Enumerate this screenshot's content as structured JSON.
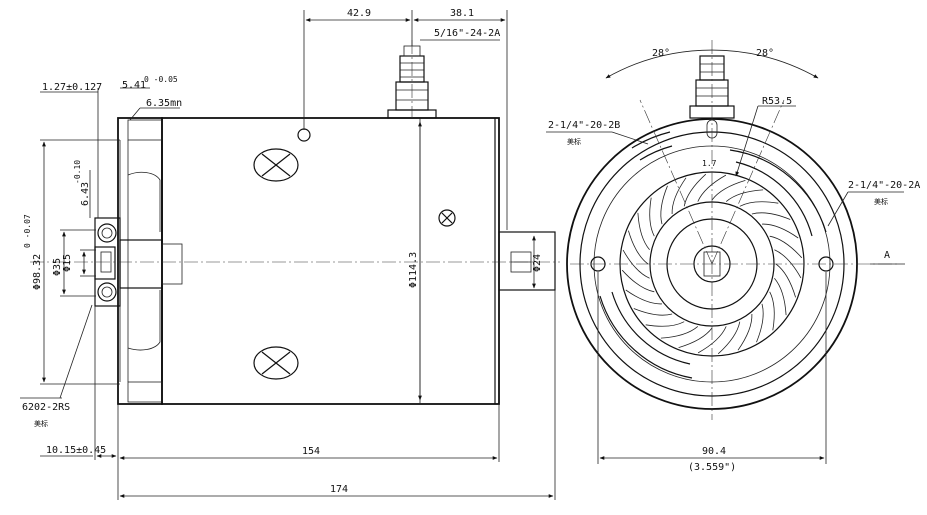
{
  "dimensions": {
    "top_left": "42.9",
    "top_right": "38.1",
    "terminal_thread": "5/16\"-24-2A",
    "shaft_offset": "1.27±0.127",
    "key_depth": "5.41",
    "key_depth_tol": "0\n-0.05",
    "key_width": "6.35mn",
    "shaft_dia": "6.43",
    "shaft_dia_tol": "-0.10",
    "flange_dia": "Φ98.32",
    "flange_dia_tol": "0\n-0.07",
    "pilot_dia": "Φ35",
    "shaft_end_dia": "Φ15",
    "body_dia": "Φ114.3",
    "rear_boss_dia": "Φ24",
    "bearing": "6202-2RS",
    "pilot_length": "10.15±0.45",
    "body_length": "154",
    "overall_length": "174",
    "angle_left": "28°",
    "angle_right": "28°",
    "thread_left": "2-1/4\"-20-2B",
    "thread_right": "2-1/4\"-20-2A",
    "radius": "R53.5",
    "small_angle": "1.7",
    "hole_spacing": "90.4",
    "hole_spacing_in": "(3.559\")",
    "section_mark": "A"
  },
  "annotations": {
    "cjk_left": "美标",
    "cjk_right": "美标",
    "cjk_bearing": "美标"
  }
}
